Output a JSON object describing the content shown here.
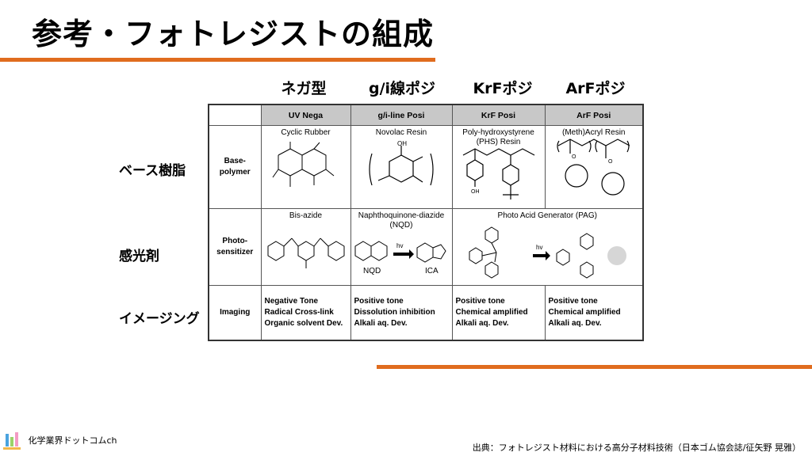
{
  "title": "参考・フォトレジストの組成",
  "column_labels_jp": [
    "ネガ型",
    "g/i線ポジ",
    "KrFポジ",
    "ArFポジ"
  ],
  "row_labels_jp": [
    "ベース樹脂",
    "感光剤",
    "イメージング"
  ],
  "table": {
    "headers": [
      "UV Nega",
      "g/i-line Posi",
      "KrF Posi",
      "ArF Posi"
    ],
    "rows": {
      "base_polymer": {
        "label": "Base-\npolymer",
        "cells": [
          "Cyclic Rubber",
          "Novolac Resin",
          "Poly-hydroxystyrene\n(PHS) Resin",
          "(Meth)Acryl Resin"
        ]
      },
      "photo_sensitizer": {
        "label": "Photo-\nsensitizer",
        "cells": [
          "Bis-azide",
          "Naphthoquinone-diazide\n(NQD)",
          "Photo Acid Generator (PAG)"
        ],
        "nqd_label": "NQD",
        "ica_label": "ICA",
        "hv": "hv"
      },
      "imaging": {
        "label": "Imaging",
        "cells": [
          "Negative Tone\nRadical Cross-link\nOrganic solvent Dev.",
          "Positive tone\nDissolution inhibition\nAlkali aq. Dev.",
          "Positive tone\nChemical amplified\nAlkali aq. Dev.",
          "Positive tone\nChemical amplified\nAlkali aq. Dev."
        ]
      }
    }
  },
  "footer": {
    "site": "化学業界ドットコムch",
    "source": "出典：フォトレジスト材料における高分子材料技術（日本ゴム協会誌/征矢野 晃雅）"
  },
  "colors": {
    "accent": "#e06c1e",
    "header_gray": "#c8c8c8"
  }
}
